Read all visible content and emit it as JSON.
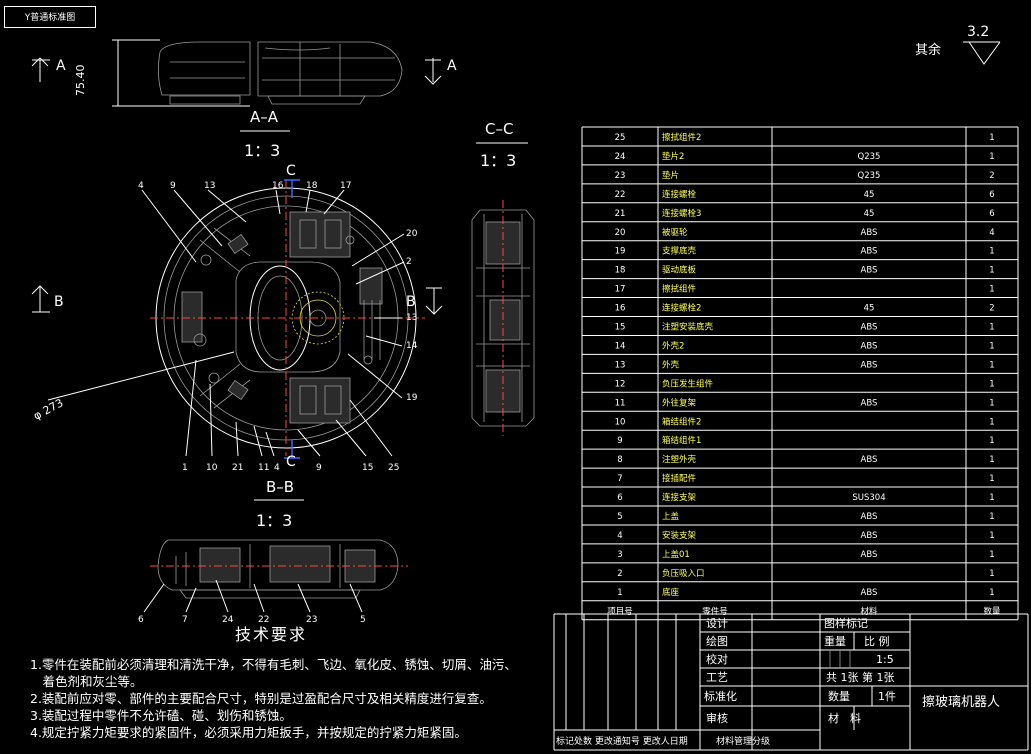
{
  "drawing": {
    "title_tab": "Y普通标准图",
    "surface_finish": {
      "value": "3.2",
      "note": "其余"
    },
    "section_labels": {
      "aa_view": "A–A",
      "aa_scale": "1：3",
      "cc_view": "C–C",
      "cc_scale": "1：3",
      "bb_view": "B–B",
      "bb_scale": "1：3"
    },
    "cut_markers": {
      "a_left": "A",
      "a_right": "A",
      "b_left": "B",
      "b_right": "B",
      "c_top": "C",
      "c_bottom": "C"
    },
    "dimensions": {
      "height": "75.40",
      "diameter": "φ 273"
    },
    "balloons": {
      "top": [
        "4",
        "9",
        "13",
        "16",
        "18",
        "17"
      ],
      "right": [
        "20",
        "2",
        "13",
        "14",
        "19"
      ],
      "bottom": [
        "1",
        "10",
        "21",
        "11",
        "4",
        "9",
        "15",
        "25"
      ],
      "bb": [
        "6",
        "7",
        "24",
        "22",
        "23",
        "5"
      ]
    }
  },
  "parts_table": {
    "headers": {
      "no": "项目号",
      "name": "零件号",
      "material": "材料",
      "qty": "数量"
    },
    "rows": [
      {
        "no": "25",
        "name": "擦拭组件2",
        "material": "",
        "qty": "1"
      },
      {
        "no": "24",
        "name": "垫片2",
        "material": "Q235",
        "qty": "1"
      },
      {
        "no": "23",
        "name": "垫片",
        "material": "Q235",
        "qty": "2"
      },
      {
        "no": "22",
        "name": "连接螺栓",
        "material": "45",
        "qty": "6"
      },
      {
        "no": "21",
        "name": "连接螺栓3",
        "material": "45",
        "qty": "6"
      },
      {
        "no": "20",
        "name": "被驱轮",
        "material": "ABS",
        "qty": "4"
      },
      {
        "no": "19",
        "name": "支撑底壳",
        "material": "ABS",
        "qty": "1"
      },
      {
        "no": "18",
        "name": "驱动底板",
        "material": "ABS",
        "qty": "1"
      },
      {
        "no": "17",
        "name": "擦拭组件",
        "material": "",
        "qty": "1"
      },
      {
        "no": "16",
        "name": "连接螺栓2",
        "material": "45",
        "qty": "2"
      },
      {
        "no": "15",
        "name": "注塑安装底壳",
        "material": "ABS",
        "qty": "1"
      },
      {
        "no": "14",
        "name": "外壳2",
        "material": "ABS",
        "qty": "1"
      },
      {
        "no": "13",
        "name": "外壳",
        "material": "ABS",
        "qty": "1"
      },
      {
        "no": "12",
        "name": "负压发生组件",
        "material": "",
        "qty": "1"
      },
      {
        "no": "11",
        "name": "外往复架",
        "material": "ABS",
        "qty": "1"
      },
      {
        "no": "10",
        "name": "箱结组件2",
        "material": "",
        "qty": "1"
      },
      {
        "no": "9",
        "name": "箱结组件1",
        "material": "",
        "qty": "1"
      },
      {
        "no": "8",
        "name": "注塑外壳",
        "material": "ABS",
        "qty": "1"
      },
      {
        "no": "7",
        "name": "接插配件",
        "material": "",
        "qty": "1"
      },
      {
        "no": "6",
        "name": "连接支架",
        "material": "SUS304",
        "qty": "1"
      },
      {
        "no": "5",
        "name": "上盖",
        "material": "ABS",
        "qty": "1"
      },
      {
        "no": "4",
        "name": "安装支架",
        "material": "ABS",
        "qty": "1"
      },
      {
        "no": "3",
        "name": "上盖01",
        "material": "ABS",
        "qty": "1"
      },
      {
        "no": "2",
        "name": "负压吸入口",
        "material": "",
        "qty": "1"
      },
      {
        "no": "1",
        "name": "底座",
        "material": "ABS",
        "qty": "1"
      }
    ]
  },
  "title_block": {
    "design": "设计",
    "drawing": "绘图",
    "check": "校对",
    "process": "工艺",
    "standard": "标准化",
    "review": "审核",
    "mark_label": "图样标记",
    "weight_label": "重量",
    "scale_label": "比 例",
    "scale_value": "1:5",
    "sheets": "共 1张 第 1张",
    "qty_label": "数量",
    "qty_value": "1件",
    "material_label": "材　料",
    "product_name": "擦玻璃机器人",
    "footer": "标记处数 更改通知号 更改人日期",
    "footer_right": "材料管理分级"
  },
  "requirements": {
    "title": "技术要求",
    "items": [
      "1.零件在装配前必须清理和清洗干净，不得有毛刺、飞边、氧化皮、锈蚀、切屑、油污、",
      "　着色剂和灰尘等。",
      "2.装配前应对零、部件的主要配合尺寸，特别是过盈配合尺寸及相关精度进行复查。",
      "3.装配过程中零件不允许磕、碰、划伤和锈蚀。",
      "4.规定拧紧力矩要求的紧固件，必须采用力矩扳手，并按规定的拧紧力矩紧固。"
    ]
  }
}
